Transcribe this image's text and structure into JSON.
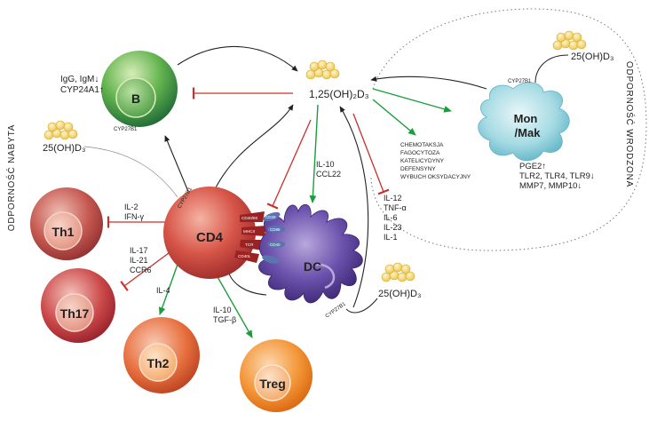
{
  "labels": {
    "side_left": "ODPORNOŚĆ NABYTA",
    "side_right": "ODPORNOŚĆ WRODZONA",
    "vitd_center": "1,25(OH)₂D₃",
    "vitd_left": "25(OH)D₃",
    "vitd_right_top": "25(OH)D₃",
    "vitd_bottom": "25(OH)D₃",
    "cyp_b": "CYP27B1",
    "cyp_cd4": "CYP27B1",
    "cyp_mon": "CYP27B1",
    "cyp_dc": "CYP27B1",
    "b_effect_1": "IgG, IgM↓",
    "b_effect_2": "CYP24A1↑",
    "th1_cytokines_1": "IL-2",
    "th1_cytokines_2": "IFN-γ",
    "th17_cytokines_1": "IL-17",
    "th17_cytokines_2": "IL-21",
    "th17_cytokines_3": "CCR6",
    "th2_cytokine": "IL-4",
    "treg_cytokines_1": "IL-10",
    "treg_cytokines_2": "TGF-β",
    "dc_induced_1": "IL-10",
    "dc_induced_2": "CCL22",
    "dc_inhibited_1": "IL-12",
    "dc_inhibited_2": "TNF-α",
    "dc_inhibited_3": "IL-6",
    "dc_inhibited_4": "IL-23",
    "dc_inhibited_5": "IL-1",
    "mon_effect_1": "CHEMOTAKSJA",
    "mon_effect_2": "FAGOCYTOZA",
    "mon_effect_3": "KATELICYDYNY",
    "mon_effect_4": "DEFENSYNY",
    "mon_effect_5": "WYBUCH OKSYDACYJNY",
    "mon_markers_1": "PGE2↑",
    "mon_markers_2": "TLR2, TLR4, TLR9↓",
    "mon_markers_3": "MMP7, MMP10↓",
    "receptor_1": "CD40/80",
    "receptor_2": "MHCII",
    "receptor_3": "TCR",
    "receptor_4": "CD28",
    "receptor_5": "CD86",
    "receptor_6": "CD40",
    "receptor_7": "CD40L"
  },
  "cells": {
    "b": "B",
    "cd4": "CD4",
    "th1": "Th1",
    "th17": "Th17",
    "th2": "Th2",
    "treg": "Treg",
    "dc": "DC",
    "mon": "Mon\n/Mak"
  },
  "colors": {
    "b_cell": "#3f9e3c",
    "cd4_cell": "#c93b33",
    "th1_cell": "#b03a3a",
    "th17_cell": "#b8323a",
    "th2_cell": "#e05a2e",
    "treg_cell": "#ef7d1a",
    "dc_cell": "#5a3f9b",
    "mon_cell": "#7cc6d4",
    "vitd": "#f2d36b",
    "stimulate_arrow": "#1a9e3a",
    "inhibit_arrow": "#c9302c"
  }
}
